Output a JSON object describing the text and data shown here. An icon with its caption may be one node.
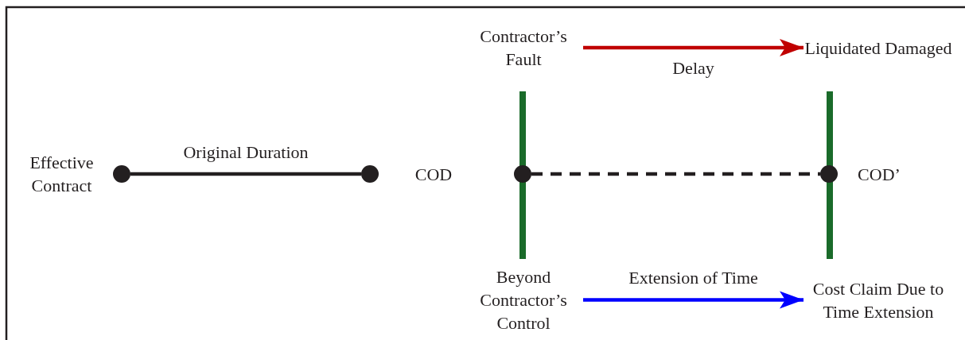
{
  "diagram": {
    "nodes": [
      {
        "text": [
          "Effective Contract"
        ]
      },
      {
        "text": [],
        "shape": "circle"
      },
      {
        "text": [],
        "shape": "circle"
      },
      {
        "text": [
          "COD"
        ]
      },
      {
        "text": [
          "Contractor’s Fault"
        ]
      },
      {
        "text": [
          "Liquidated Damaged"
        ]
      },
      {
        "text": [],
        "shape": "bar"
      },
      {
        "text": [],
        "shape": "bar"
      },
      {
        "text": [],
        "shape": "circle"
      },
      {
        "text": [],
        "shape": "circle"
      },
      {
        "text": [
          "COD’"
        ]
      },
      {
        "text": [
          "Beyond Contractor’s Control"
        ]
      },
      {
        "text": [
          "Cost Claim Due to Time Extension"
        ]
      }
    ],
    "edges": [
      {
        "from": 1,
        "to": 2,
        "arrow": "none",
        "label": "Original Duration"
      },
      {
        "from": 4,
        "to": 5,
        "arrow": "to",
        "label": "Delay",
        "color": "#c00000"
      },
      {
        "from": 8,
        "to": 9,
        "arrow": "none",
        "style": "dashed"
      },
      {
        "from": 11,
        "to": 12,
        "arrow": "to",
        "label": "Extension of Time",
        "color": "#0000ff"
      }
    ]
  }
}
